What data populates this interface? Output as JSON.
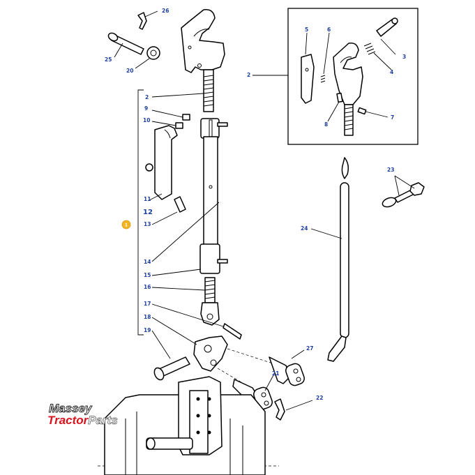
{
  "callouts": {
    "c26": "26",
    "c25": "25",
    "c20": "20",
    "c2_inset": "2",
    "c5": "5",
    "c6": "6",
    "c3": "3",
    "c4": "4",
    "c7": "7",
    "c8": "8",
    "c2": "2",
    "c9": "9",
    "c10": "10",
    "c11": "11",
    "c12": "12",
    "c13": "13",
    "c14": "14",
    "c15": "15",
    "c16": "16",
    "c17": "17",
    "c18": "18",
    "c19": "19",
    "c23": "23",
    "c24": "24",
    "c27": "27",
    "c21": "21",
    "c22": "22",
    "badge": "1"
  },
  "watermark": {
    "line1": "Massey",
    "line2_red": "Tractor",
    "line2_grey": "Parts"
  },
  "colors": {
    "callout": "#1f3fa0",
    "badge": "#f2b324",
    "brand_red": "#d8131b"
  }
}
